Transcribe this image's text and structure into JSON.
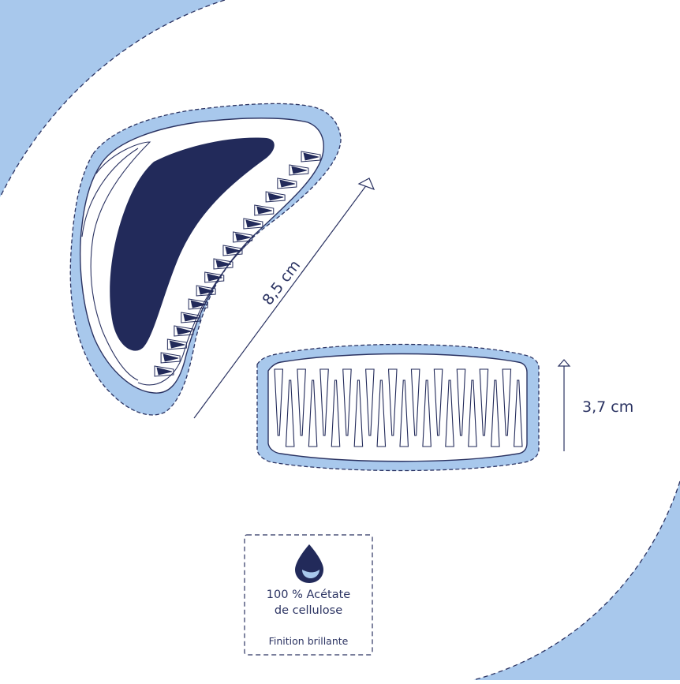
{
  "colors": {
    "navy": "#222a5a",
    "light_blue": "#a8c8ec",
    "background": "#ffffff",
    "line": "#2b3362"
  },
  "dimensions": {
    "length": "8,5 cm",
    "height": "3,7 cm"
  },
  "material": {
    "icon": "water-drop-icon",
    "line1": "100 % Acétate",
    "line2": "de cellulose",
    "finish": "Finition brillante"
  }
}
